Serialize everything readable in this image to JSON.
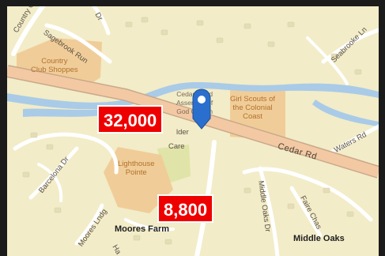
{
  "map": {
    "colors": {
      "land": "#f2ecc8",
      "water": "#a9cbe7",
      "major_road": "#f3c9a4",
      "minor_road": "#ffffff",
      "park": "#e0e4a8",
      "poi_area": "#f0cd98",
      "pin": "#2a6fce",
      "traffic_badge": "#ee0000"
    },
    "pin_icon": "map-marker-icon",
    "traffic_counts": [
      {
        "value": "32,000"
      },
      {
        "value": "8,800"
      }
    ],
    "labels": {
      "country_club": "Country C",
      "sagebrook_run": "Sagebrook Run",
      "dr_top": "Dr",
      "country_club_shoppes": "Country\nClub Shoppes",
      "cedar_road_assembly": "Cedar Road\nAssembly of\nGod Church",
      "girl_scouts": "Girl Scouts of\nthe Colonial\nCoast",
      "lider": "lder",
      "care": "Care",
      "seabrooke_ln": "Seabrooke Ln",
      "waters_rd": "Waters Rd",
      "cedar_rd": "Cedar Rd",
      "barcelona_dr": "Barcelona Dr",
      "lighthouse_pointe": "Lighthouse\nPointe",
      "middle_oaks_dr": "Middle Oaks Dr",
      "faire_chas": "Faire Chas",
      "moores_lndg": "Moores Lndg",
      "moores_farm": "Moores Farm",
      "middle_oaks": "Middle Oaks",
      "ha": "Ha"
    }
  }
}
